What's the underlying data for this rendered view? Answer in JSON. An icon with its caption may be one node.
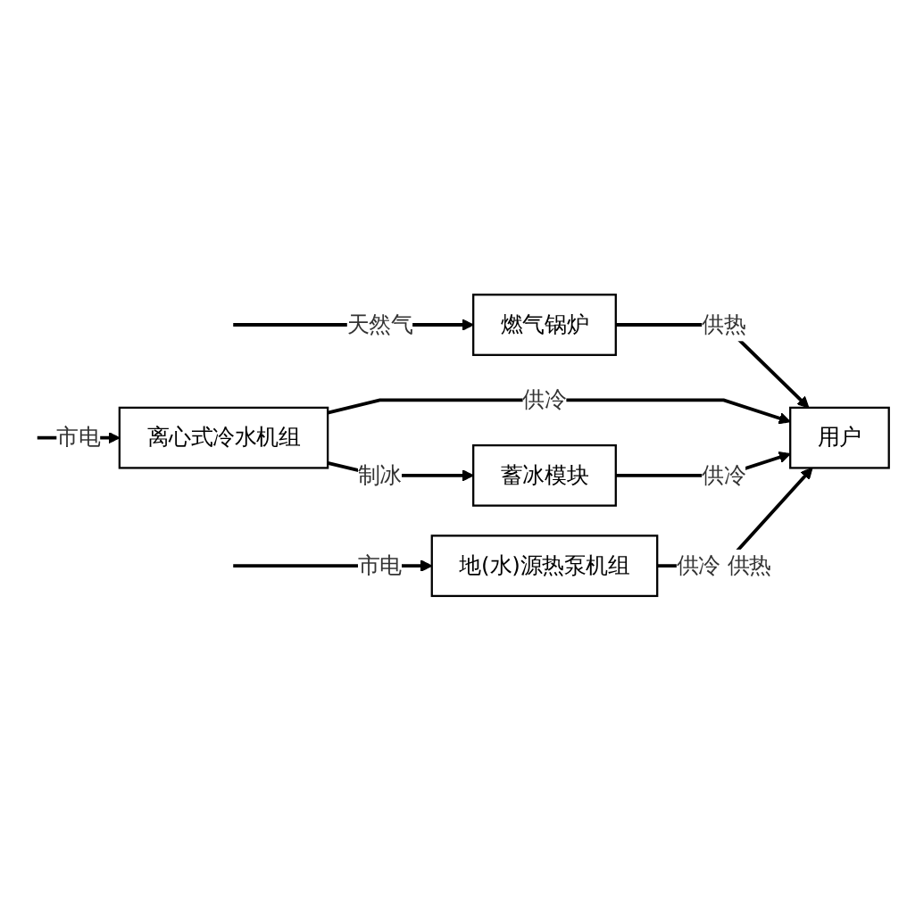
{
  "diagram": {
    "nodes": [
      {
        "text": [
          "燃气锅炉"
        ]
      },
      {
        "text": [
          "离心式冷水机组"
        ]
      },
      {
        "text": [
          "蓄冰模块"
        ]
      },
      {
        "text": [
          "地(水)源热泵机组"
        ]
      },
      {
        "text": [
          "用户"
        ]
      }
    ],
    "edges": [
      {
        "from": null,
        "to": 0,
        "arrow": "to",
        "label": "天然气"
      },
      {
        "from": 0,
        "to": 4,
        "arrow": "to",
        "label": "供热"
      },
      {
        "from": null,
        "to": 1,
        "arrow": "to",
        "label": "市电"
      },
      {
        "from": 1,
        "to": 4,
        "arrow": "to",
        "label": "供冷"
      },
      {
        "from": 1,
        "to": 2,
        "arrow": "to",
        "label": "制冰"
      },
      {
        "from": 2,
        "to": 4,
        "arrow": "to",
        "label": "供冷"
      },
      {
        "from": null,
        "to": 3,
        "arrow": "to",
        "label": "市电"
      },
      {
        "from": 3,
        "to": 4,
        "arrow": "to",
        "label": "供冷 供热"
      }
    ]
  }
}
